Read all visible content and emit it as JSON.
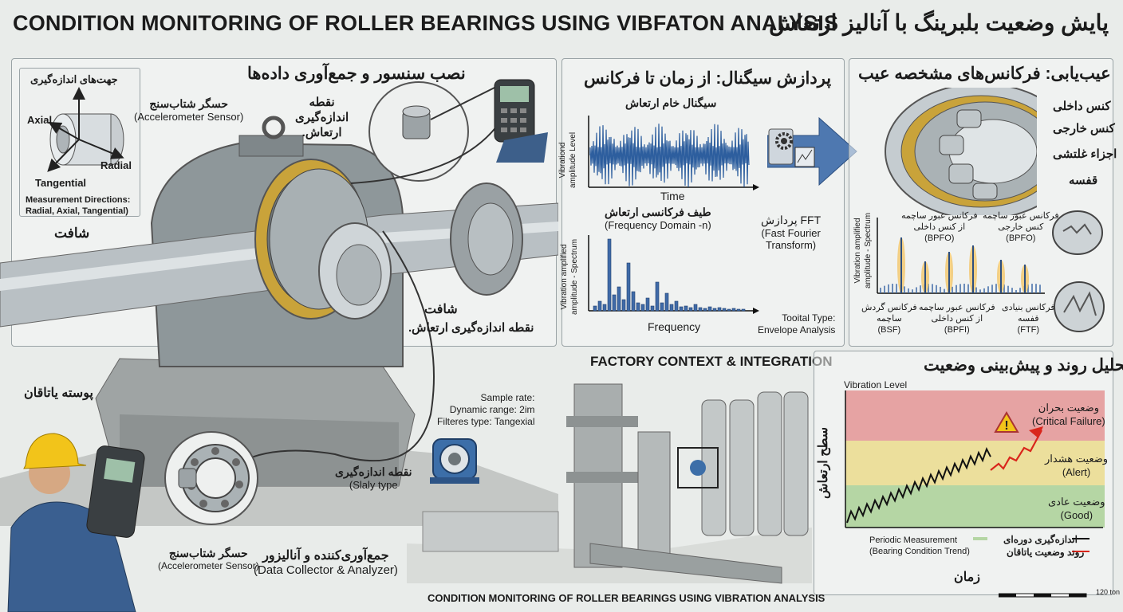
{
  "header": {
    "title_en": "CONDITION MONITORING OF ROLLER BEARINGS USING VIBFATON ANALYSIS",
    "title_fa": "پایش وضعیت بلبرینگ با آنالیز ارتعاش"
  },
  "install": {
    "title": "نصب سنسور و جمع‌آوری داده‌ها",
    "directions_title": "جهت‌های اندازه‌گیری",
    "axial": "Axial",
    "radial": "Radial",
    "tangential": "Tangential",
    "directions_caption": "Measurement Directions:\nRadial, Axial, Tangential)",
    "sensor_fa": "حسگر شتاب‌سنج",
    "sensor_en": "(Accelerometer Sensor)",
    "point_fa": "نقطه\nاندازه‌گیری\nارتعاش.",
    "shaft_left": "شافت",
    "shaft_right": "شافت",
    "point_fa_2": "نقطه اندازه‌گیری ارتعاش.",
    "housing": "پوسته یاتاقان",
    "point_3_fa": "نقطه اندازه‌گیری",
    "point_3_en": "(Slaly type",
    "sensor2_fa": "حسگر شتاب‌سنج",
    "sensor2_en": "(Accelerometer Sensor)",
    "collector_fa": "جمع‌آوری‌کننده و آنالیزور",
    "collector_en": "(Data Collector & Analyzer)"
  },
  "signal": {
    "title": "پردازش سیگنال: از زمان تا فرکانس",
    "raw_fa": "سیگنال خام ارتعاش",
    "y1": "Vibrationd\namplitude Level",
    "x1": "Time",
    "spec_fa": "طیف فرکانسی ارتعاش",
    "spec_en": "(Frequency Domain -n)",
    "fft_fa": "FFT پردازش",
    "fft_en": "(Fast Fourier\nTransform)",
    "y2": "Vibration amplified\namplitude - Spectrum",
    "x2": "Frequency",
    "tool": "Tooital Type:\nEnvelope Analysis"
  },
  "fault": {
    "title": "عیب‌یابی: فرکانس‌های مشخصه عیب",
    "inner": "کنس داخلی",
    "outer": "کنس خارجی",
    "rolling": "اجزاء غلتشی",
    "cage": "قفسه",
    "y": "Vibration amplified\namplitude - Spectrum",
    "bpfo1": "فرکانس عبور ساچمه\nاز کنس داخلی\n(BPFO)",
    "bpfo2": "فرکانس عبور ساچمه\nکنس خارجی\n(BPFO)",
    "bsf": "فرکانس گردش\nساچمه\n(BSF)",
    "bpfi": "فرکانس عبور ساچمه\nاز کنس داخلی\n(BPFI)",
    "ftf": "فرکانس بنیادی\nقفسه\n(FTF)"
  },
  "factory": {
    "title": "FACTORY CONTEXT & INTEGRATION",
    "specs": "Sample rate:\nDynamic range: 2im\nFilteres type: Tangexial"
  },
  "trend": {
    "title": "تحلیل روند و پیش‌بینی وضعیت",
    "y_en": "Vibration Level",
    "y_fa": "سطح ارتعاش",
    "x_fa": "زمان",
    "critical": "وضعیت بحران\n(Critical Failure)",
    "alert": "وضعیت هشدار\n(Alert)",
    "good": "وضعیت عادی\n(Good)",
    "legend_en_1": "Periodic Measurement",
    "legend_en_2": "(Bearing Condition Trend)",
    "legend_fa_1": "اندازه‌گیری دوره‌ای",
    "legend_fa_2": "روند وضعیت یاتاقان",
    "colors": {
      "critical": "#e6a3a3",
      "alert": "#ecdf9c",
      "good": "#b5d6a4",
      "trend": "#111111",
      "rise": "#d9261c"
    }
  },
  "footer": {
    "caption": "CONDITION MONITORING OF ROLLER BEARINGS USING VIBRATION ANALYSIS",
    "scale": "120 ton"
  }
}
